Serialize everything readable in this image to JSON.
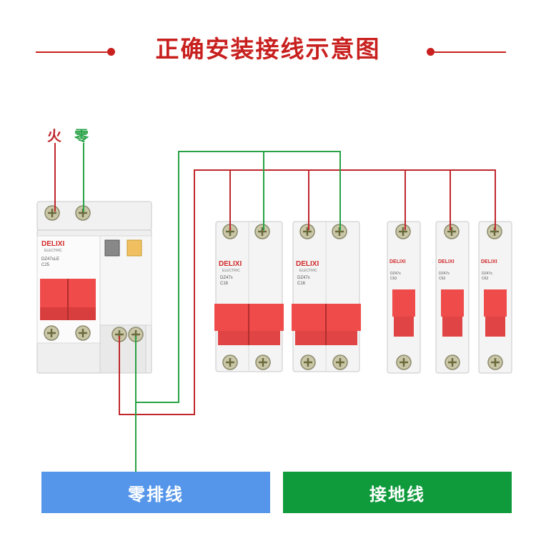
{
  "title": "正确安装接线示意图",
  "labels": {
    "live": "火",
    "neutral": "零"
  },
  "brand": {
    "name": "DELIXI",
    "sub": "ELECTRIC"
  },
  "breakers": {
    "main": {
      "model": "DZ47sLE",
      "rating": "C25"
    },
    "double": {
      "model": "DZ47s",
      "rating": "C16"
    },
    "single": {
      "model": "DZ47s",
      "rating": "C63"
    }
  },
  "bars": {
    "neutral_bar": "零排线",
    "ground_bar": "接地线"
  },
  "colors": {
    "title": "#c8201e",
    "live_wire": "#c0262c",
    "neutral_wire": "#27a245",
    "breaker_red": "#ef4b4b",
    "neutral_bar": "#5596ea",
    "ground_bar": "#0f9a3c"
  }
}
